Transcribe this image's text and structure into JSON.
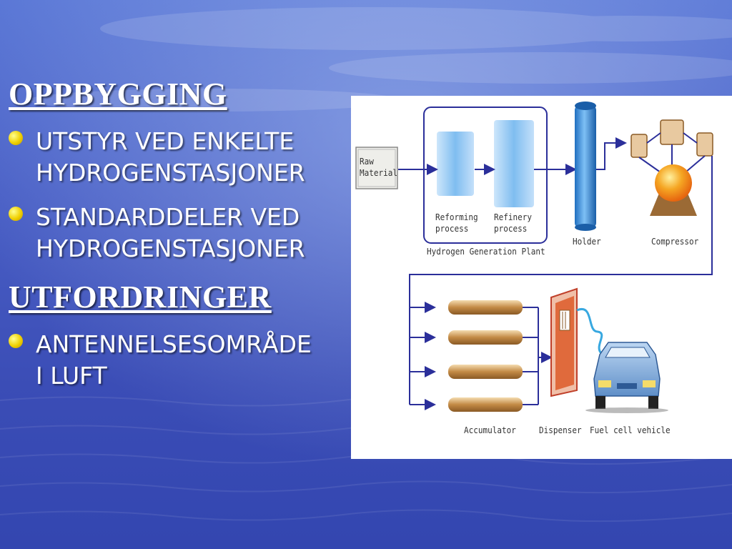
{
  "slide": {
    "heading_1": "OPPBYGGING",
    "bullets_1": [
      {
        "line1": "UTSTYR VED ENKELTE",
        "line2": "HYDROGENSTASJONER"
      },
      {
        "line1": "STANDARDDELER VED",
        "line2": "HYDROGENSTASJONER"
      }
    ],
    "heading_2": "UTFORDRINGER",
    "bullets_2": [
      {
        "line1": "ANTENNELSESOMRÅDE",
        "line2": "I LUFT"
      }
    ]
  },
  "diagram": {
    "raw_material": {
      "line1": "Raw",
      "line2": "Material"
    },
    "reforming": {
      "line1": "Reforming",
      "line2": "process"
    },
    "refinery": {
      "line1": "Refinery",
      "line2": "process"
    },
    "plant_label": "Hydrogen Generation Plant",
    "holder": "Holder",
    "compressor": "Compressor",
    "accumulator": "Accumulator",
    "dispenser": "Dispenser",
    "vehicle": "Fuel cell vehicle"
  },
  "colors": {
    "background": "#3a4fb8",
    "heading": "#ffffff",
    "bullet": "#f2d600",
    "arrow": "#2b2f9a"
  }
}
